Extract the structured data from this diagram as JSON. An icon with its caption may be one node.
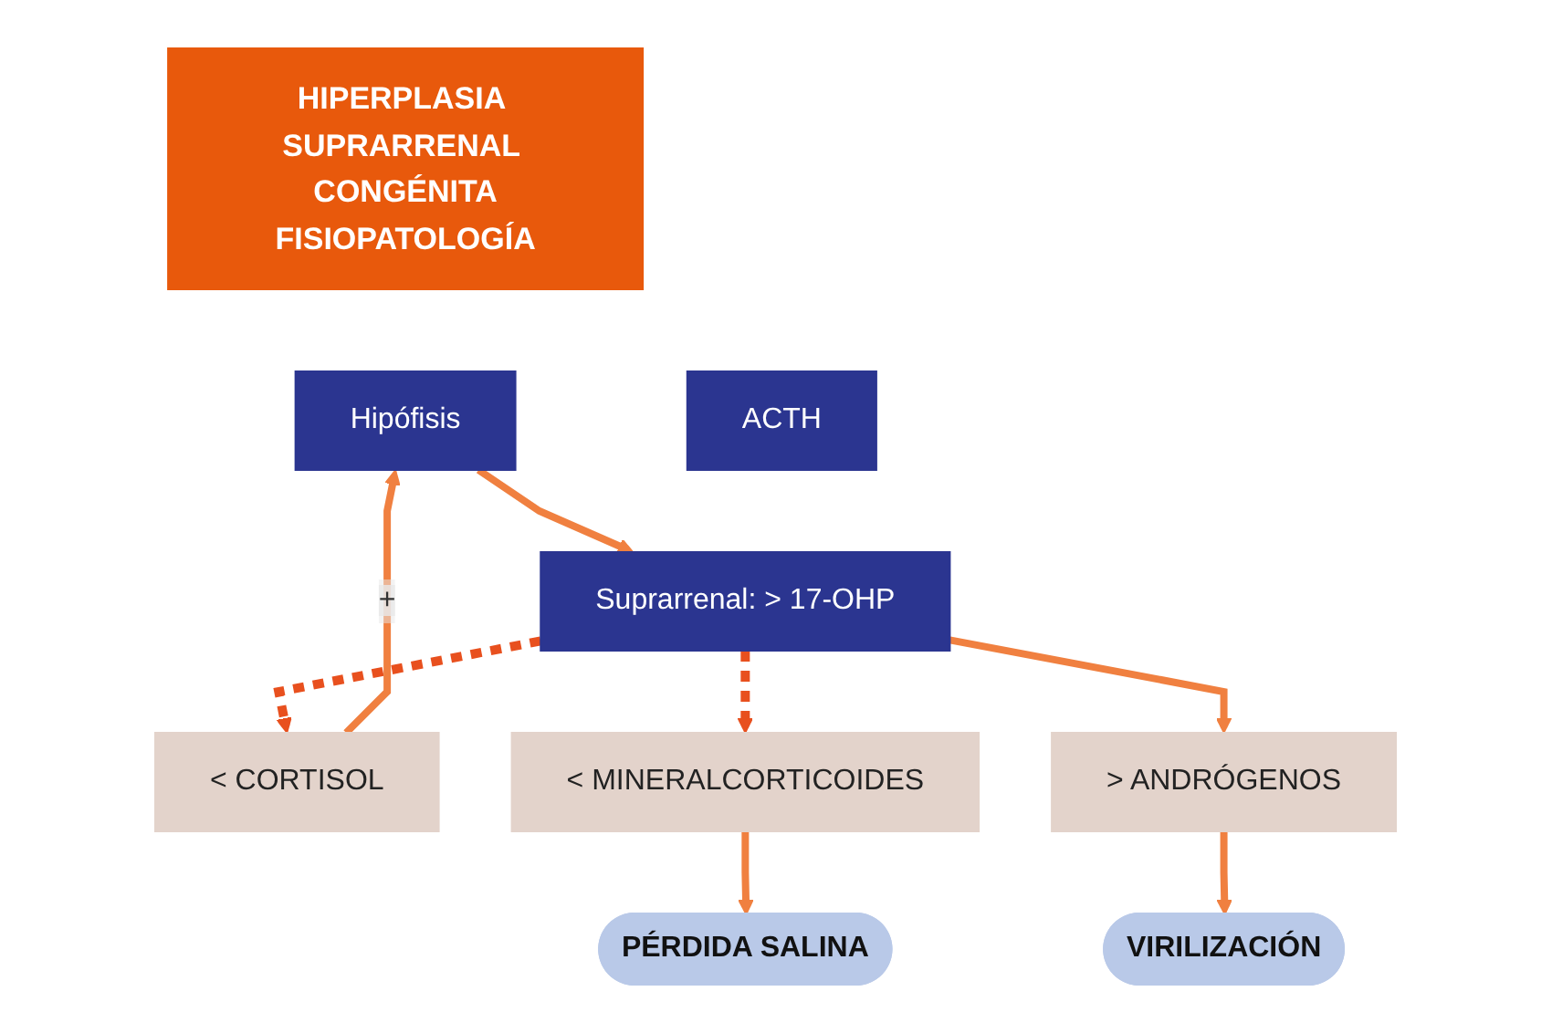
{
  "diagram": {
    "nodes": [
      {
        "text": [
          "HIPERPLASIA SUPRARRENAL CONGÉNITA",
          "FISIOPATOLOGÍA"
        ]
      },
      {
        "text": [
          "Hipófisis"
        ]
      },
      {
        "text": [
          "ACTH"
        ]
      },
      {
        "text": [
          "Suprarrenal: > 17-OHP"
        ]
      },
      {
        "text": [
          "< CORTISOL"
        ]
      },
      {
        "text": [
          "< MINERALCORTICOIDES"
        ]
      },
      {
        "text": [
          "> ANDRÓGENOS"
        ]
      },
      {
        "text": [
          "PÉRDIDA SALINA"
        ]
      },
      {
        "text": [
          "VIRILIZACIÓN"
        ]
      }
    ],
    "edges": [
      {
        "from": 1,
        "to": 3,
        "arrow": "to"
      },
      {
        "from": 3,
        "to": 4,
        "arrow": "to",
        "style": "dashed",
        "color": "#e8501e"
      },
      {
        "from": 3,
        "to": 5,
        "arrow": "to",
        "style": "dashed",
        "color": "#e8501e"
      },
      {
        "from": 3,
        "to": 6,
        "arrow": "to"
      },
      {
        "from": 4,
        "to": 1,
        "arrow": "to",
        "label": "+"
      },
      {
        "from": 5,
        "to": 7,
        "arrow": "to"
      },
      {
        "from": 6,
        "to": 8,
        "arrow": "to"
      }
    ]
  }
}
